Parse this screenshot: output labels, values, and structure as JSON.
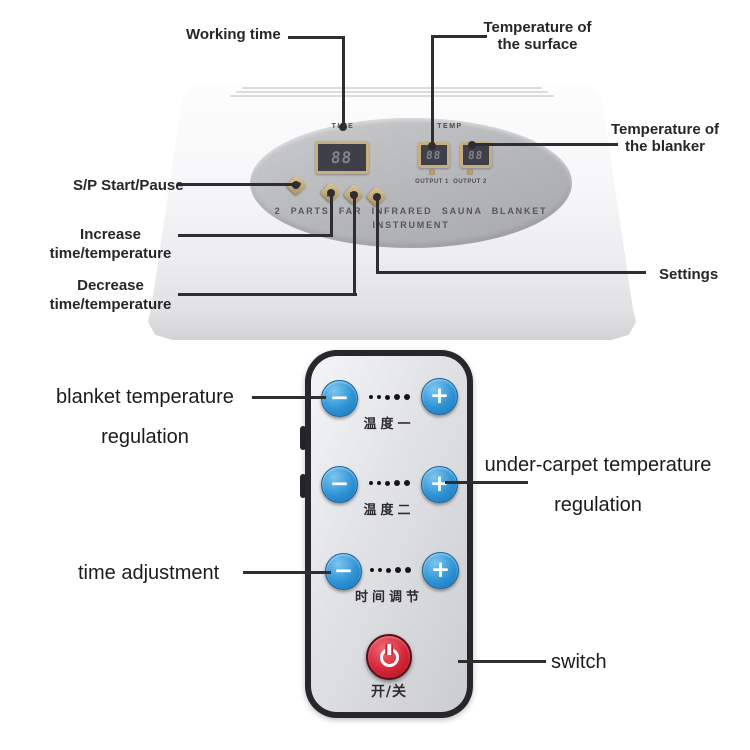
{
  "colors": {
    "accent_blue": "#2e93d5",
    "power_red": "#cf2030",
    "panel_gray": "#b5b6b9",
    "button_tan": "#c0a878",
    "annotation_line": "#2e2e30"
  },
  "annotations": {
    "working_time": "Working time",
    "surface_temperature": [
      "Temperature of",
      "the surface"
    ],
    "blanket_temperature": [
      "Temperature of",
      "the blanker"
    ],
    "start_pause": "S/P Start/Pause",
    "increase": [
      "Increase",
      "time/temperature"
    ],
    "decrease": [
      "Decrease",
      "time/temperature"
    ],
    "settings": "Settings",
    "blanket_regulation": [
      "blanket temperature",
      "regulation"
    ],
    "under_carpet_regulation": [
      "under-carpet temperature",
      "regulation"
    ],
    "time_adjustment": "time adjustment",
    "switch": "switch"
  },
  "device": {
    "time_label": "TIME",
    "temp_label": "TEMP",
    "time_display": "88",
    "temp_display_1": "88",
    "temp_display_2": "88",
    "output_1_label": "OUTPUT 1",
    "output_2_label": "OUTPUT 2",
    "name_line_1": "2 PARTS FAR INFRARED SAUNA BLANKET",
    "name_line_2": "INSTRUMENT",
    "start_pause_button": "S/P"
  },
  "remote": {
    "row_1_label": "温度一",
    "row_2_label": "温度二",
    "row_3_label": "时间调节",
    "power_label": "开/关",
    "minus": "−",
    "plus": "+"
  }
}
